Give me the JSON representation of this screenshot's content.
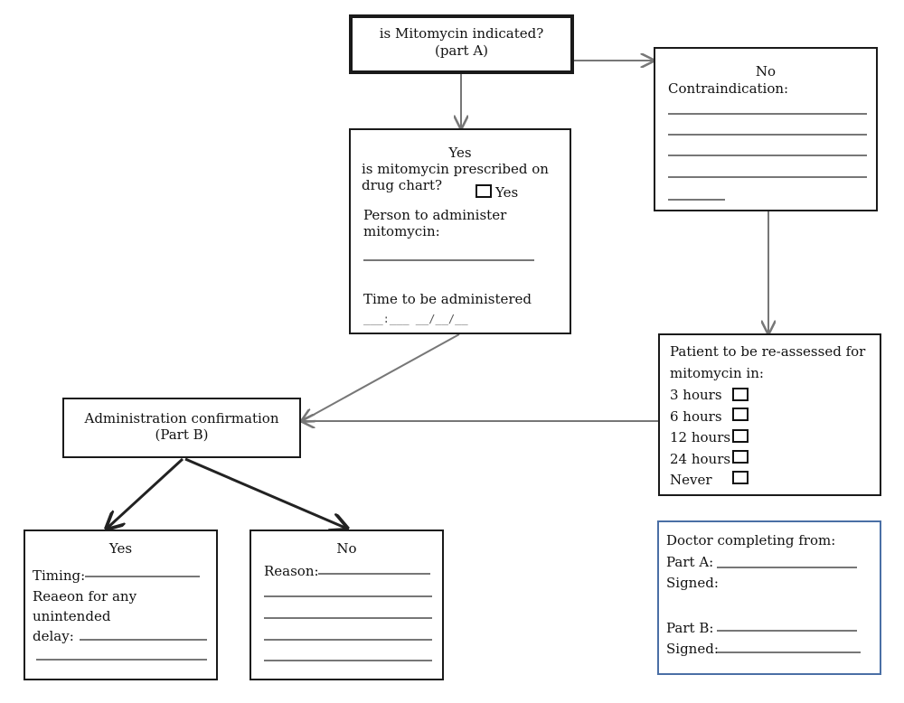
{
  "question": {
    "line1": "is Mitomycin indicated?",
    "line2": "(part A)"
  },
  "no_box": {
    "heading": "No",
    "label": "Contraindication:"
  },
  "yes_box": {
    "heading": "Yes",
    "prescribed_line1": "is mitomycin prescribed on",
    "prescribed_line2": "drug chart?",
    "yes_checkbox_label": "Yes",
    "person_line1": "Person to administer",
    "person_line2": "mitomycin:",
    "time_label": "Time to be administered",
    "time_template": "___:___   __/__/__"
  },
  "reassess": {
    "line1": "Patient to be re-assessed for",
    "line2": "mitomycin in:",
    "options": [
      "3 hours",
      "6 hours",
      "12 hours",
      "24 hours",
      "Never"
    ]
  },
  "confirmation": {
    "line1": "Administration confirmation",
    "line2": "(Part B)"
  },
  "conf_yes": {
    "heading": "Yes",
    "timing": "Timing:",
    "reason_line1": "Reaeon for any",
    "reason_line2": "unintended",
    "reason_line3": "delay:"
  },
  "conf_no": {
    "heading": "No",
    "reason": "Reason:"
  },
  "doctor": {
    "title": "Doctor completing from:",
    "part_a": "Part A:",
    "signed_a": "Signed:",
    "part_b": "Part B:",
    "signed_b": "Signed:"
  }
}
